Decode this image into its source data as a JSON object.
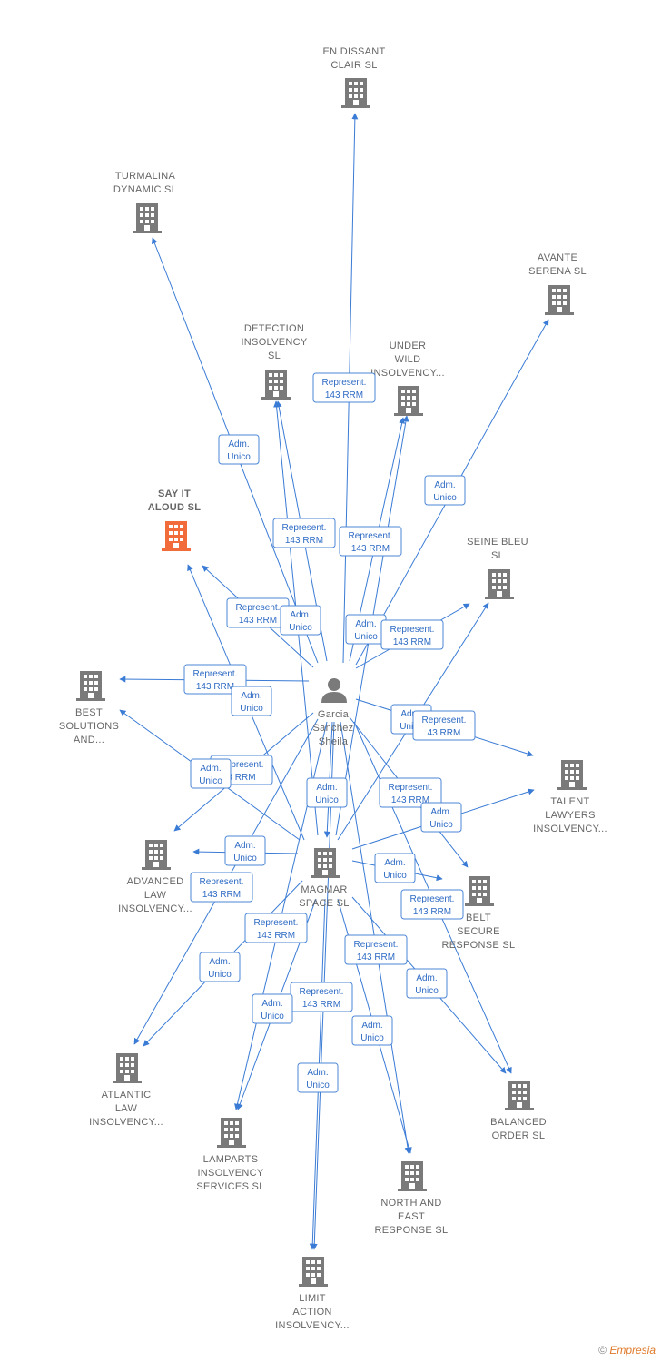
{
  "colors": {
    "edge": "#3a7bd5",
    "node_gray": "#7a7a7a",
    "node_highlight": "#f26b3a",
    "label": "#666666"
  },
  "nodes": [
    {
      "id": "en-dissant",
      "lines": [
        "EN DISSANT",
        "CLAIR  SL"
      ],
      "icon": "building-icon",
      "type": "company"
    },
    {
      "id": "turmalina",
      "lines": [
        "TURMALINA",
        "DYNAMIC  SL"
      ],
      "icon": "building-icon",
      "type": "company"
    },
    {
      "id": "avante",
      "lines": [
        "AVANTE",
        "SERENA  SL"
      ],
      "icon": "building-icon",
      "type": "company"
    },
    {
      "id": "detection",
      "lines": [
        "DETECTION",
        "INSOLVENCY",
        "SL"
      ],
      "icon": "building-icon",
      "type": "company"
    },
    {
      "id": "under-wild",
      "lines": [
        "UNDER",
        "WILD",
        "INSOLVENCY..."
      ],
      "icon": "building-icon",
      "type": "company"
    },
    {
      "id": "say-it-aloud",
      "lines": [
        "SAY IT",
        "ALOUD  SL"
      ],
      "icon": "building-icon",
      "type": "highlight"
    },
    {
      "id": "seine-bleu",
      "lines": [
        "SEINE BLEU",
        "SL"
      ],
      "icon": "building-icon",
      "type": "company"
    },
    {
      "id": "best-solutions",
      "lines": [
        "BEST",
        "SOLUTIONS",
        "AND..."
      ],
      "icon": "building-icon",
      "type": "company"
    },
    {
      "id": "garcia",
      "lines": [
        "Garcia",
        "Sanchez",
        "Sheila"
      ],
      "icon": "person-icon",
      "type": "person"
    },
    {
      "id": "talent",
      "lines": [
        "TALENT",
        "LAWYERS",
        "INSOLVENCY..."
      ],
      "icon": "building-icon",
      "type": "company"
    },
    {
      "id": "advanced",
      "lines": [
        "ADVANCED",
        "LAW",
        "INSOLVENCY..."
      ],
      "icon": "building-icon",
      "type": "company"
    },
    {
      "id": "magmar",
      "lines": [
        "MAGMAR",
        "SPACE  SL"
      ],
      "icon": "building-icon",
      "type": "company"
    },
    {
      "id": "belt",
      "lines": [
        "BELT",
        "SECURE",
        "RESPONSE  SL"
      ],
      "icon": "building-icon",
      "type": "company"
    },
    {
      "id": "atlantic",
      "lines": [
        "ATLANTIC",
        "LAW",
        "INSOLVENCY..."
      ],
      "icon": "building-icon",
      "type": "company"
    },
    {
      "id": "balanced",
      "lines": [
        "BALANCED",
        "ORDER  SL"
      ],
      "icon": "building-icon",
      "type": "company"
    },
    {
      "id": "lamparts",
      "lines": [
        "LAMPARTS",
        "INSOLVENCY",
        "SERVICES  SL"
      ],
      "icon": "building-icon",
      "type": "company"
    },
    {
      "id": "north-east",
      "lines": [
        "NORTH AND",
        "EAST",
        "RESPONSE  SL"
      ],
      "icon": "building-icon",
      "type": "company"
    },
    {
      "id": "limit",
      "lines": [
        "LIMIT",
        "ACTION",
        "INSOLVENCY..."
      ],
      "icon": "building-icon",
      "type": "company"
    }
  ],
  "edge_labels": [
    {
      "id": "r-en",
      "lines": [
        "Represent.",
        "143 RRM"
      ]
    },
    {
      "id": "a-turm",
      "lines": [
        "Adm.",
        "Unico"
      ]
    },
    {
      "id": "a-avante",
      "lines": [
        "Adm.",
        "Unico"
      ]
    },
    {
      "id": "r-detect",
      "lines": [
        "Represent.",
        "143 RRM"
      ]
    },
    {
      "id": "r-under",
      "lines": [
        "Represent.",
        "143 RRM"
      ]
    },
    {
      "id": "r-say",
      "lines": [
        "Represent.",
        "143 RRM"
      ]
    },
    {
      "id": "a-detect",
      "lines": [
        "Adm.",
        "Unico"
      ]
    },
    {
      "id": "a-under",
      "lines": [
        "Adm.",
        "Unico"
      ]
    },
    {
      "id": "r-seine",
      "lines": [
        "Represent.",
        "143 RRM"
      ]
    },
    {
      "id": "r-best",
      "lines": [
        "Represent.",
        "143 RRM"
      ]
    },
    {
      "id": "a-say",
      "lines": [
        "Adm.",
        "Unico"
      ]
    },
    {
      "id": "a-seine",
      "lines": [
        "Adm.",
        "Unico"
      ]
    },
    {
      "id": "r-talent",
      "lines": [
        "Represent.",
        "43 RRM"
      ]
    },
    {
      "id": "r-adv-top",
      "lines": [
        "Represent.",
        "3 RRM"
      ]
    },
    {
      "id": "a-best",
      "lines": [
        "Adm.",
        "Unico"
      ]
    },
    {
      "id": "a-magmar",
      "lines": [
        "Adm.",
        "Unico"
      ]
    },
    {
      "id": "r-belt-top",
      "lines": [
        "Represent.",
        "143 RRM"
      ]
    },
    {
      "id": "a-talent",
      "lines": [
        "Adm.",
        "Unico"
      ]
    },
    {
      "id": "a-adv",
      "lines": [
        "Adm.",
        "Unico"
      ]
    },
    {
      "id": "r-adv",
      "lines": [
        "Represent.",
        "143 RRM"
      ]
    },
    {
      "id": "a-belt",
      "lines": [
        "Adm.",
        "Unico"
      ]
    },
    {
      "id": "r-belt",
      "lines": [
        "Represent.",
        "143 RRM"
      ]
    },
    {
      "id": "r-atl",
      "lines": [
        "Represent.",
        "143 RRM"
      ]
    },
    {
      "id": "r-balanced",
      "lines": [
        "Represent.",
        "143 RRM"
      ]
    },
    {
      "id": "a-atl",
      "lines": [
        "Adm.",
        "Unico"
      ]
    },
    {
      "id": "a-balanced",
      "lines": [
        "Adm.",
        "Unico"
      ]
    },
    {
      "id": "r-lamp",
      "lines": [
        "Represent.",
        "143 RRM"
      ]
    },
    {
      "id": "a-lamp",
      "lines": [
        "Adm.",
        "Unico"
      ]
    },
    {
      "id": "a-north",
      "lines": [
        "Adm.",
        "Unico"
      ]
    },
    {
      "id": "a-limit",
      "lines": [
        "Adm.",
        "Unico"
      ]
    }
  ],
  "credit": {
    "symbol": "©",
    "brand": "Empresia"
  }
}
